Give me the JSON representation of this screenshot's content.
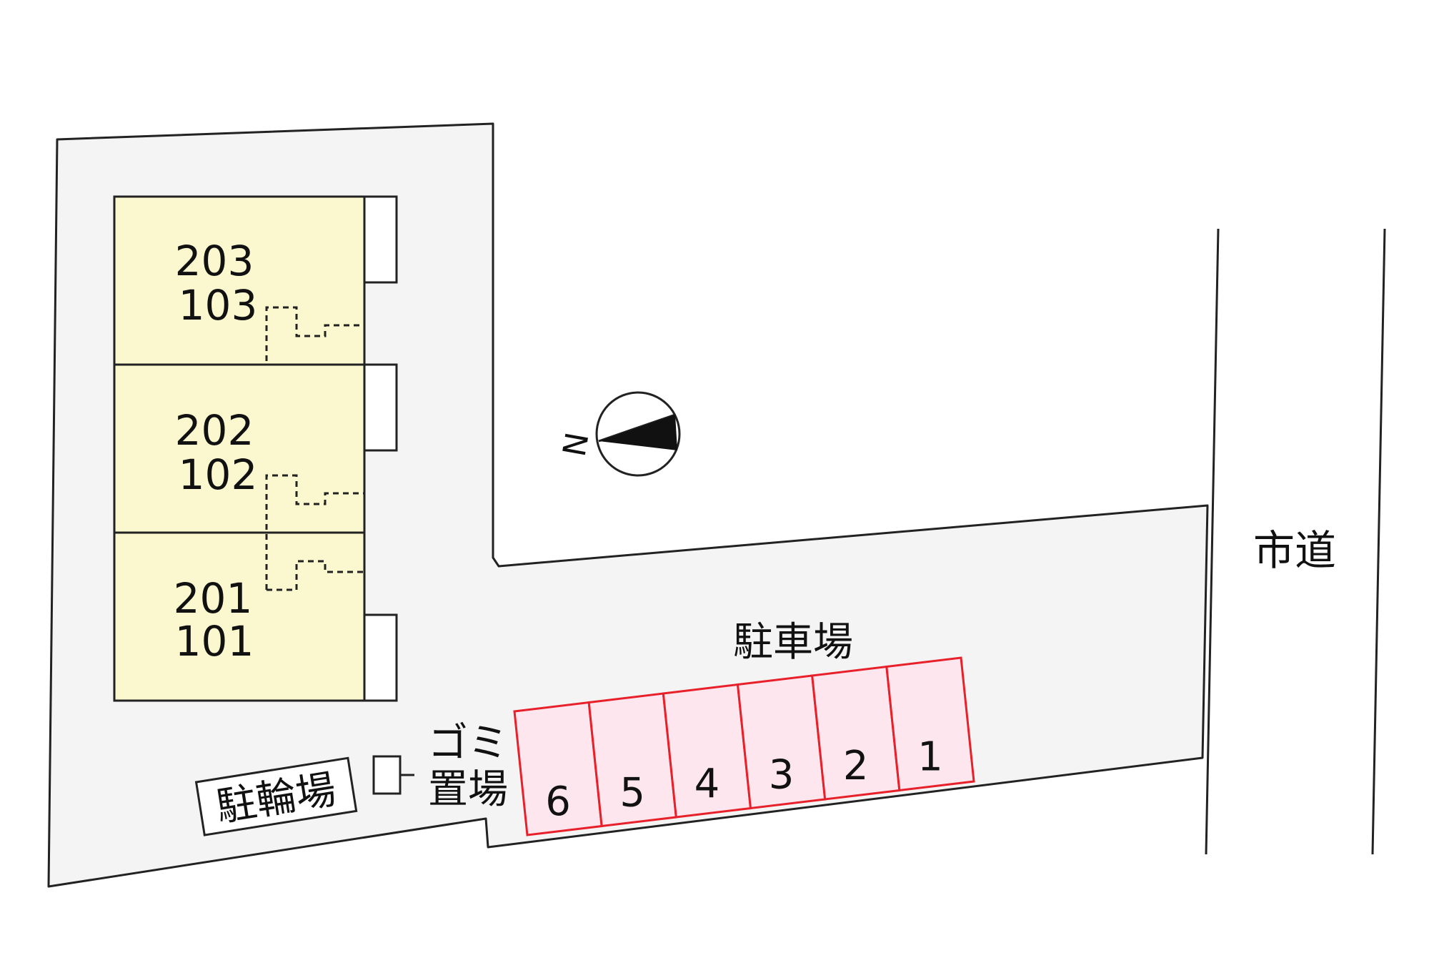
{
  "colors": {
    "lot_fill": "#f4f4f4",
    "outline": "#222222",
    "unit_fill": "#fbf8cf",
    "slot_fill": "#fde6ee",
    "slot_stroke": "#e8202a",
    "text": "#111111"
  },
  "building": {
    "units": [
      {
        "upper": "203",
        "lower": "103"
      },
      {
        "upper": "202",
        "lower": "102"
      },
      {
        "upper": "201",
        "lower": "101"
      }
    ]
  },
  "parking": {
    "label": "駐車場",
    "slots": [
      "6",
      "5",
      "4",
      "3",
      "2",
      "1"
    ]
  },
  "garbage": {
    "label_top": "ゴミ",
    "label_bottom": "置場"
  },
  "bicycle": {
    "label": "駐輪場"
  },
  "road": {
    "label": "市道"
  },
  "compass": {
    "letter": "N",
    "icon": "north-arrow-icon"
  }
}
